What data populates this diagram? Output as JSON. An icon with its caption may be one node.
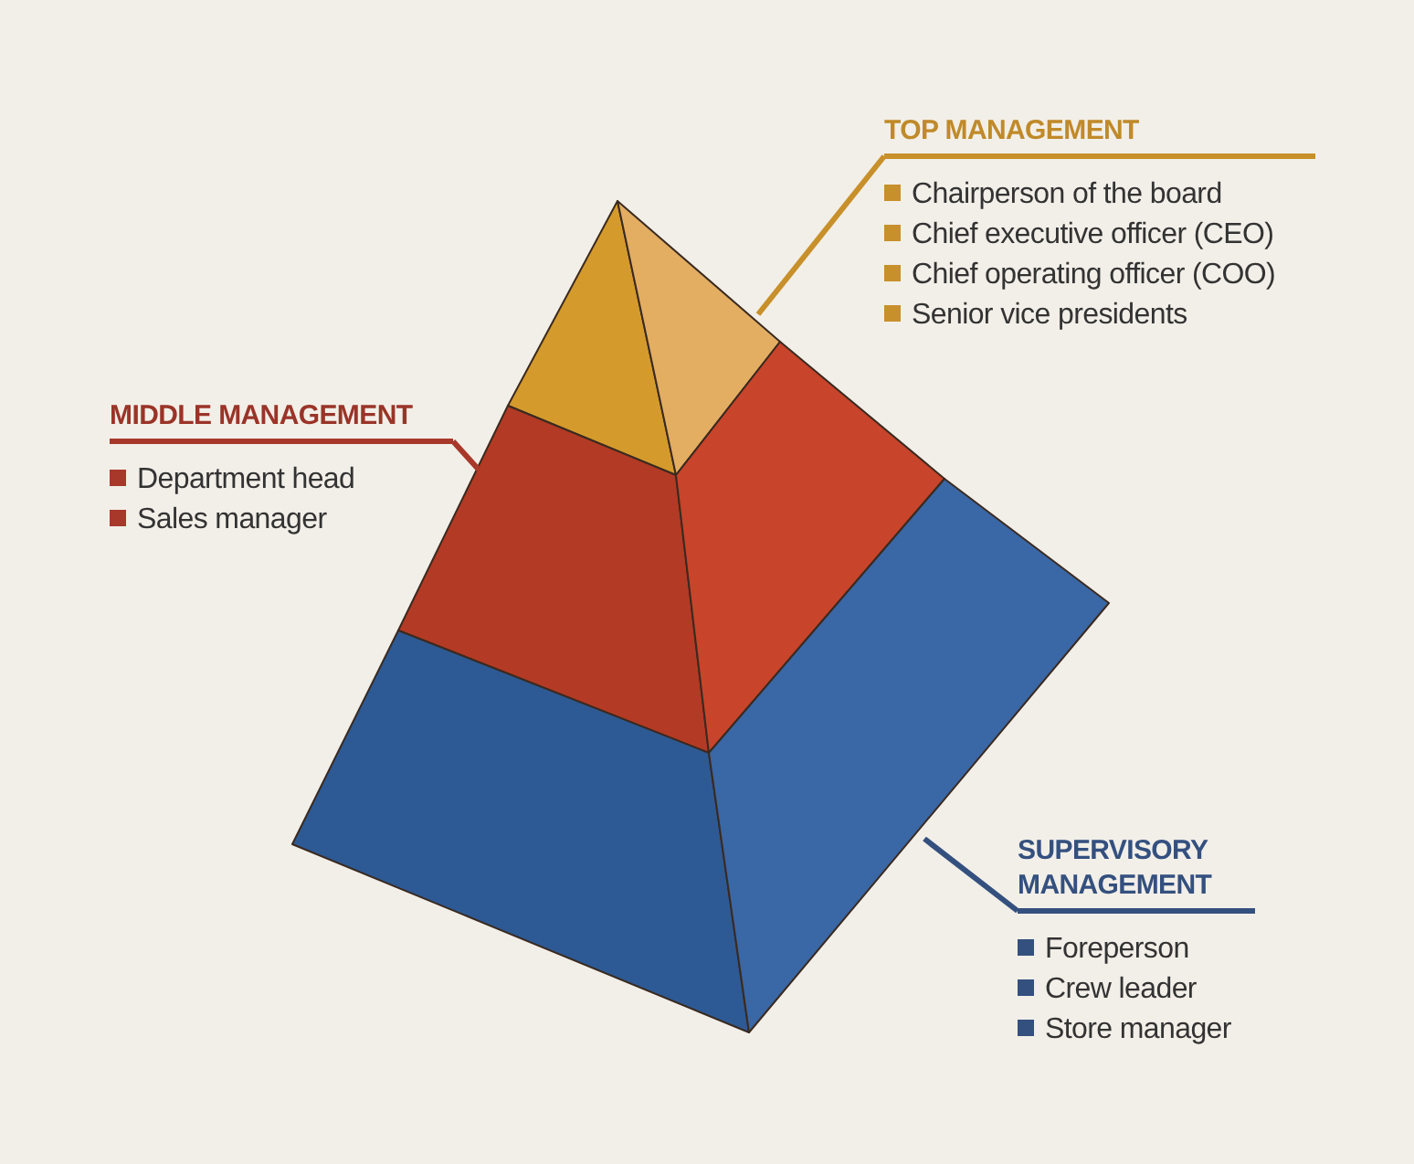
{
  "diagram": {
    "nodes": [
      {
        "text": [
          "TOP MANAGEMENT",
          "Chairperson of the board",
          "Chief executive officer (CEO)",
          "Chief operating officer (COO)",
          "Senior vice presidents"
        ]
      },
      {
        "text": [],
        "shape": "tier"
      },
      {
        "text": [
          "MIDDLE MANAGEMENT",
          "Department head",
          "Sales manager"
        ]
      },
      {
        "text": [],
        "shape": "tier"
      },
      {
        "text": [],
        "shape": "tier"
      },
      {
        "text": [
          "SUPERVISORY MANAGEMENT",
          "Foreperson",
          "Crew leader",
          "Store manager"
        ]
      }
    ],
    "edges": [
      {
        "from": 0,
        "to": 1,
        "arrow": "none",
        "color": "#c8902a"
      },
      {
        "from": 2,
        "to": 3,
        "arrow": "none",
        "color": "#a8382a"
      },
      {
        "from": 5,
        "to": 4,
        "arrow": "none",
        "color": "#34507f"
      }
    ]
  }
}
